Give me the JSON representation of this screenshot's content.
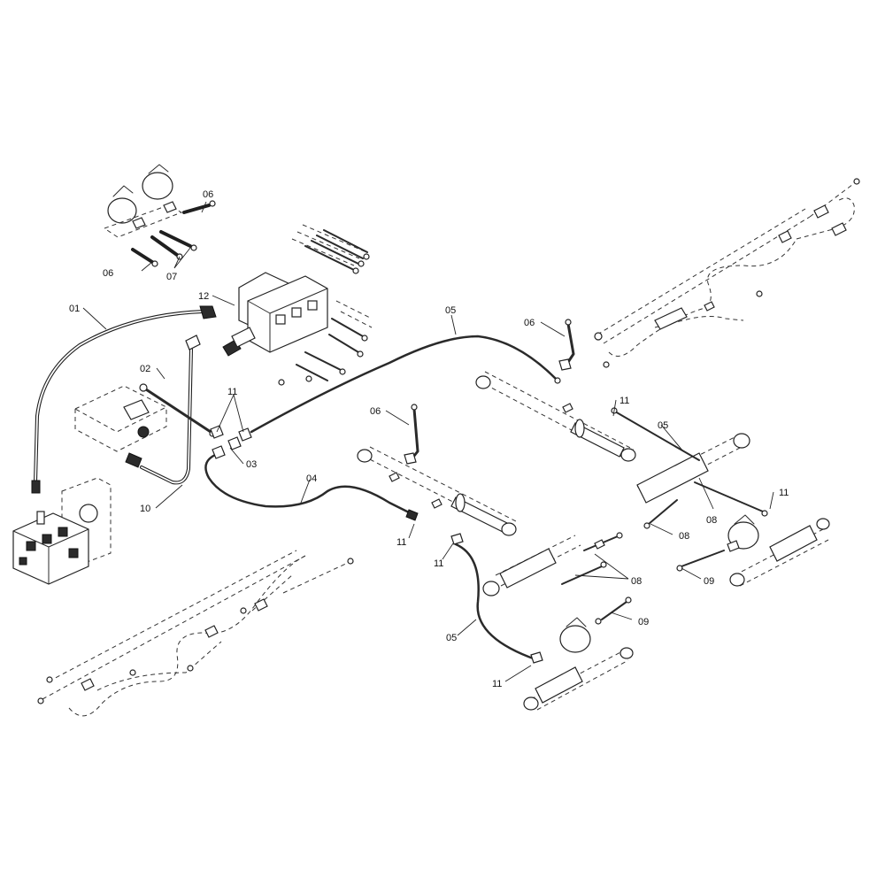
{
  "callouts": {
    "c01": "01",
    "c02": "02",
    "c03": "03",
    "c04": "04",
    "c05_top": "05",
    "c05_right": "05",
    "c05_bottom": "05",
    "c06_topright": "06",
    "c06_topleft": "06",
    "c06_mid": "06",
    "c06_cyl": "06",
    "c07": "07",
    "c08_a": "08",
    "c08_b": "08",
    "c08_c": "08",
    "c09_a": "09",
    "c09_b": "09",
    "c10": "10",
    "c11_top": "11",
    "c11_mid": "11",
    "c11_right": "11",
    "c11_far": "11",
    "c11_center": "11",
    "c11_bottom": "11",
    "c12": "12"
  },
  "colors": {
    "line": "#222222",
    "background": "#ffffff"
  }
}
